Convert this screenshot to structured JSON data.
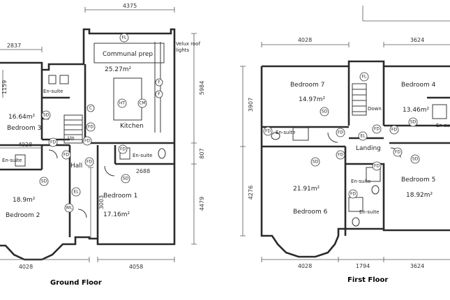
{
  "floors": [
    {
      "caption": "Ground Floor",
      "dimensions": [
        "4375",
        "2837",
        "5984",
        "1159",
        "4028",
        "807",
        "4479",
        "2688",
        "3003",
        "4028",
        "4058"
      ],
      "rooms": {
        "communal_prep": {
          "name": "Communal prep",
          "area": "25.27m²"
        },
        "kitchen": {
          "name": "Kitchen"
        },
        "bedroom_3": {
          "name": "Bedroom 3",
          "area": "16.64m²"
        },
        "bedroom_2": {
          "name": "Bedroom 2",
          "area": "18.9m²"
        },
        "bedroom_1": {
          "name": "Bedroom 1",
          "area": "17.16m²"
        },
        "hall": {
          "name": "Hall"
        }
      },
      "labels": {
        "velux": [
          "Velux roof",
          "lights"
        ],
        "ensuite": "En-suite",
        "up": "Up"
      },
      "symbols": {
        "fl": "FL",
        "el": "EL",
        "ht": "HT",
        "cm": "CM",
        "fd": "FD",
        "sd": "SD",
        "c": "C",
        "f": "F",
        "wl": "WL"
      }
    },
    {
      "caption": "First Floor",
      "dimensions": [
        "4028",
        "3624",
        "3907",
        "4276",
        "4028",
        "1794",
        "3624"
      ],
      "rooms": {
        "bedroom_7": {
          "name": "Bedroom 7",
          "area": "14.97m²"
        },
        "bedroom_4": {
          "name": "Bedroom 4",
          "area": "13.46m²"
        },
        "bedroom_6": {
          "name": "Bedroom 6",
          "area": "21.91m²"
        },
        "bedroom_5": {
          "name": "Bedroom 5",
          "area": "18.92m²"
        },
        "landing": {
          "name": "Landing"
        }
      },
      "labels": {
        "ensuite": "En-suite",
        "down": "Down"
      },
      "symbols": {
        "fl": "FL",
        "el": "EL",
        "fd": "FD",
        "sd": "SD"
      }
    }
  ]
}
